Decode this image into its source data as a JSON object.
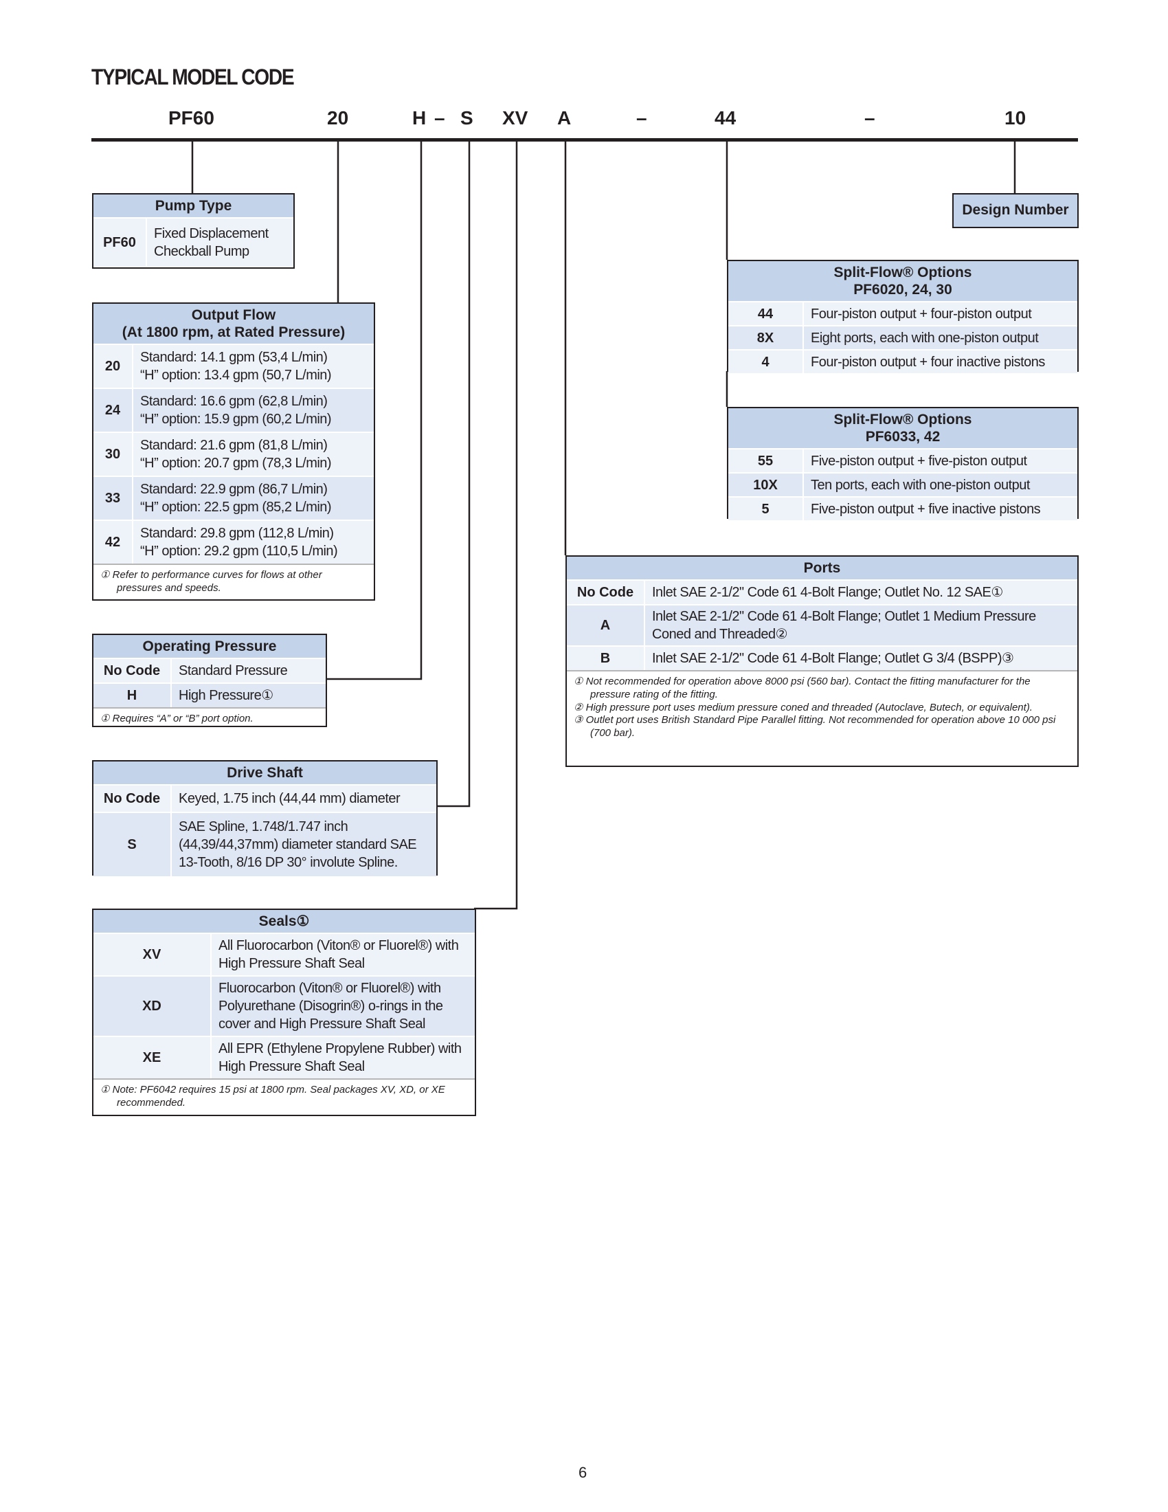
{
  "heading": "TYPICAL MODEL CODE",
  "model_code": [
    "PF60",
    "20",
    "H",
    "–",
    "S",
    "XV",
    "A",
    "–",
    "44",
    "–",
    "10"
  ],
  "pump_type": {
    "title": "Pump Type",
    "rows": [
      {
        "code": "PF60",
        "desc": "Fixed Displacement Checkball Pump"
      }
    ]
  },
  "output_flow": {
    "title_line1": "Output Flow",
    "title_line2": "(At 1800 rpm, at Rated Pressure)",
    "rows": [
      {
        "code": "20",
        "std": "Standard: 14.1 gpm (53,4 L/min)",
        "h": "“H” option: 13.4 gpm (50,7 L/min)"
      },
      {
        "code": "24",
        "std": "Standard: 16.6 gpm (62,8 L/min)",
        "h": "“H” option: 15.9 gpm (60,2 L/min)"
      },
      {
        "code": "30",
        "std": "Standard: 21.6 gpm (81,8 L/min)",
        "h": "“H” option: 20.7 gpm (78,3 L/min)"
      },
      {
        "code": "33",
        "std": "Standard: 22.9 gpm (86,7 L/min)",
        "h": "“H” option: 22.5 gpm (85,2 L/min)"
      },
      {
        "code": "42",
        "std": "Standard: 29.8 gpm (112,8 L/min)",
        "h": "“H” option: 29.2 gpm (110,5 L/min)"
      }
    ],
    "note": "① Refer to performance curves for flows at other pressures and speeds."
  },
  "operating_pressure": {
    "title": "Operating Pressure",
    "rows": [
      {
        "code": "No Code",
        "desc": "Standard Pressure"
      },
      {
        "code": "H",
        "desc": "High Pressure①"
      }
    ],
    "note": "① Requires “A” or “B” port option."
  },
  "drive_shaft": {
    "title": "Drive Shaft",
    "rows": [
      {
        "code": "No Code",
        "desc": "Keyed, 1.75 inch (44,44 mm) diameter"
      },
      {
        "code": "S",
        "desc": "SAE Spline, 1.748/1.747 inch (44,39/44,37mm) diameter standard SAE 13-Tooth, 8/16 DP 30° involute Spline."
      }
    ]
  },
  "seals": {
    "title": "Seals①",
    "rows": [
      {
        "code": "XV",
        "desc": "All Fluorocarbon (Viton® or Fluorel®) with High Pressure Shaft Seal"
      },
      {
        "code": "XD",
        "desc": "Fluorocarbon (Viton® or Fluorel®) with Polyurethane (Disogrin®) o-rings in the cover and High Pressure Shaft Seal"
      },
      {
        "code": "XE",
        "desc": "All EPR (Ethylene Propylene Rubber) with High Pressure Shaft Seal"
      }
    ],
    "note": "① Note: PF6042 requires 15 psi at 1800 rpm. Seal packages XV, XD, or XE recommended."
  },
  "design_number": {
    "title": "Design Number"
  },
  "split_flow_a": {
    "title_line1": "Split-Flow® Options",
    "title_line2": "PF6020, 24, 30",
    "rows": [
      {
        "code": "44",
        "desc": "Four-piston output + four-piston output"
      },
      {
        "code": "8X",
        "desc": "Eight ports, each with one-piston output"
      },
      {
        "code": "4",
        "desc": "Four-piston output + four inactive pistons"
      }
    ]
  },
  "split_flow_b": {
    "title_line1": "Split-Flow® Options",
    "title_line2": "PF6033, 42",
    "rows": [
      {
        "code": "55",
        "desc": "Five-piston output + five-piston output"
      },
      {
        "code": "10X",
        "desc": "Ten ports, each with one-piston output"
      },
      {
        "code": "5",
        "desc": "Five-piston output + five inactive pistons"
      }
    ]
  },
  "ports": {
    "title": "Ports",
    "rows": [
      {
        "code": "No Code",
        "desc": "Inlet SAE 2-1/2\" Code 61 4-Bolt Flange; Outlet No. 12 SAE①"
      },
      {
        "code": "A",
        "desc": "Inlet SAE 2-1/2\" Code 61 4-Bolt Flange; Outlet 1 Medium Pressure Coned and Threaded②"
      },
      {
        "code": "B",
        "desc": "Inlet SAE 2-1/2\" Code 61 4-Bolt Flange; Outlet G 3/4 (BSPP)③"
      }
    ],
    "notes": [
      "① Not recommended for operation above 8000 psi (560 bar). Contact the fitting manufacturer for the pressure rating of the fitting.",
      "② High pressure port uses medium pressure coned and threaded (Autoclave, Butech, or equivalent).",
      "③ Outlet port uses British Standard Pipe Parallel fitting. Not recommended for operation above 10 000 psi (700 bar)."
    ]
  },
  "page_number": "6"
}
